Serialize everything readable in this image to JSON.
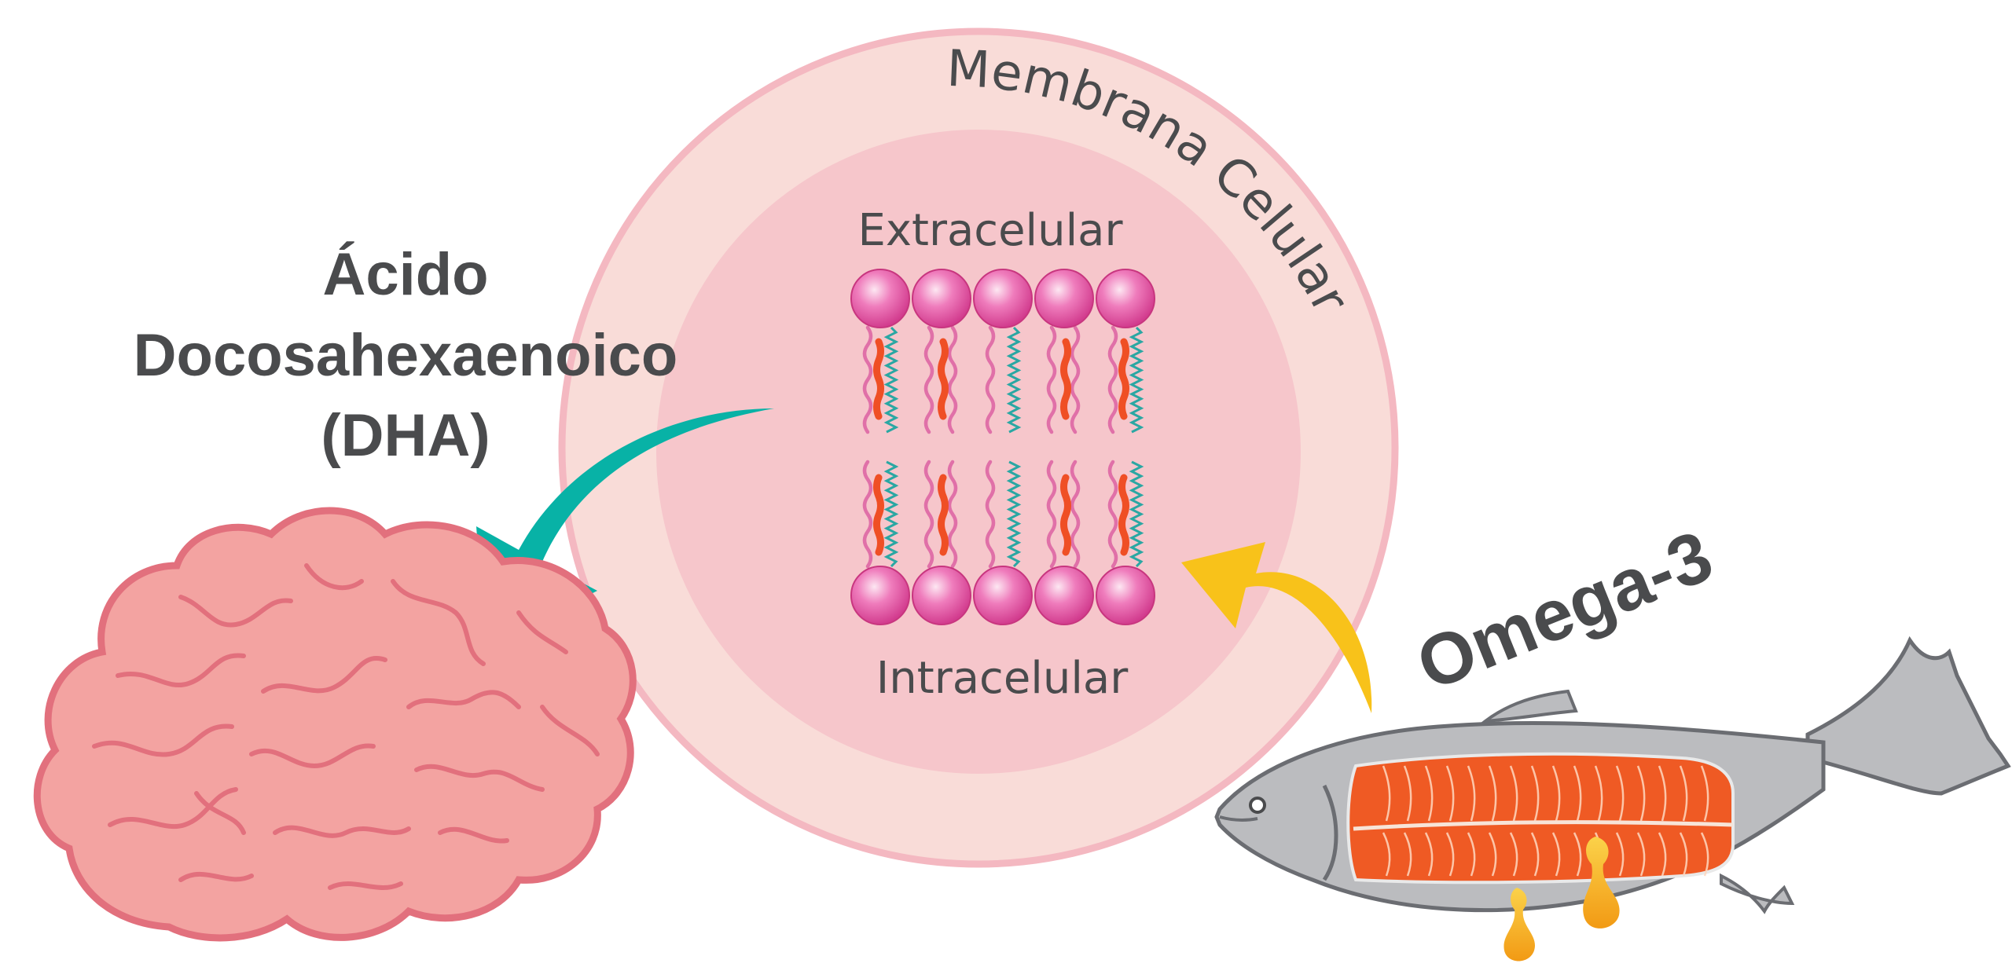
{
  "labels": {
    "membrane_title": "Membrana Celular",
    "extracellular": "Extracelular",
    "intracellular": "Intracelular",
    "dha_line1": "Ácido",
    "dha_line2": "Docosahexaenoico",
    "dha_line3": "(DHA)",
    "omega": "Omega-3"
  },
  "colors": {
    "outer_cell": "#f9dcd8",
    "outer_ring": "#f4b8c1",
    "inner_cell": "#f6c6cb",
    "phospholipid_head": "#e65aa6",
    "lipid_tail": "#e070a8",
    "omega_chain": "#2aa7a3",
    "dha_molecule": "#ef4f25",
    "teal_arrow": "#08b2a6",
    "yellow_arrow": "#f8c21a",
    "brain_fill": "#f3a3a1",
    "brain_outline": "#e2707d",
    "fish_body": "#bbbcbf",
    "fish_outline": "#6b6d72",
    "salmon_flesh": "#ef5a24",
    "oil_drop": "#f6b01c",
    "text_dark": "#4a4b4d"
  },
  "icons": {
    "brain": "brain-icon",
    "fish": "salmon-fish-icon",
    "membrane": "lipid-bilayer-icon"
  }
}
